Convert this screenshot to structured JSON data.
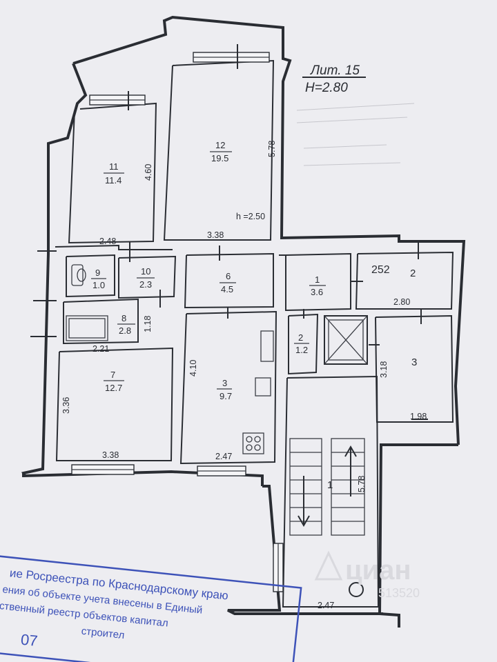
{
  "header": {
    "lit": "Лит. 15",
    "height": "H=2.80"
  },
  "rooms": [
    {
      "id": "11",
      "num": "11",
      "area": "11.4"
    },
    {
      "id": "12",
      "num": "12",
      "area": "19.5"
    },
    {
      "id": "9",
      "num": "9",
      "area": "1.0"
    },
    {
      "id": "10",
      "num": "10",
      "area": "2.3"
    },
    {
      "id": "6",
      "num": "6",
      "area": "4.5"
    },
    {
      "id": "1a",
      "num": "1",
      "area": "3.6"
    },
    {
      "id": "8",
      "num": "8",
      "area": "2.8"
    },
    {
      "id": "7",
      "num": "7",
      "area": "12.7"
    },
    {
      "id": "3a",
      "num": "3",
      "area": "9.7"
    },
    {
      "id": "2b",
      "num": "2",
      "area": "1.2"
    }
  ],
  "labels": {
    "r252": "252",
    "r2": "2",
    "r3": "3",
    "stair": "1",
    "h_note": "h =2.50"
  },
  "dims": {
    "d460": "4.60",
    "d578a": "5.78",
    "d248": "2.48",
    "d338a": "3.38",
    "d118": "1.18",
    "d221": "2.21",
    "d410": "4.10",
    "d336": "3.36",
    "d338b": "3.38",
    "d247a": "2.47",
    "d280": "2.80",
    "d318": "3.18",
    "d198": "1.98",
    "d578b": "5.78",
    "d247b": "2.47"
  },
  "watermark": {
    "brand": "циан",
    "code": "513520"
  },
  "stamp": {
    "lines": [
      "ие Росреестра по Краснодарскому краю",
      "ения об объекте учета внесены в Единый",
      "ственный реестр объектов капитал",
      "строител"
    ],
    "corner": "07"
  }
}
